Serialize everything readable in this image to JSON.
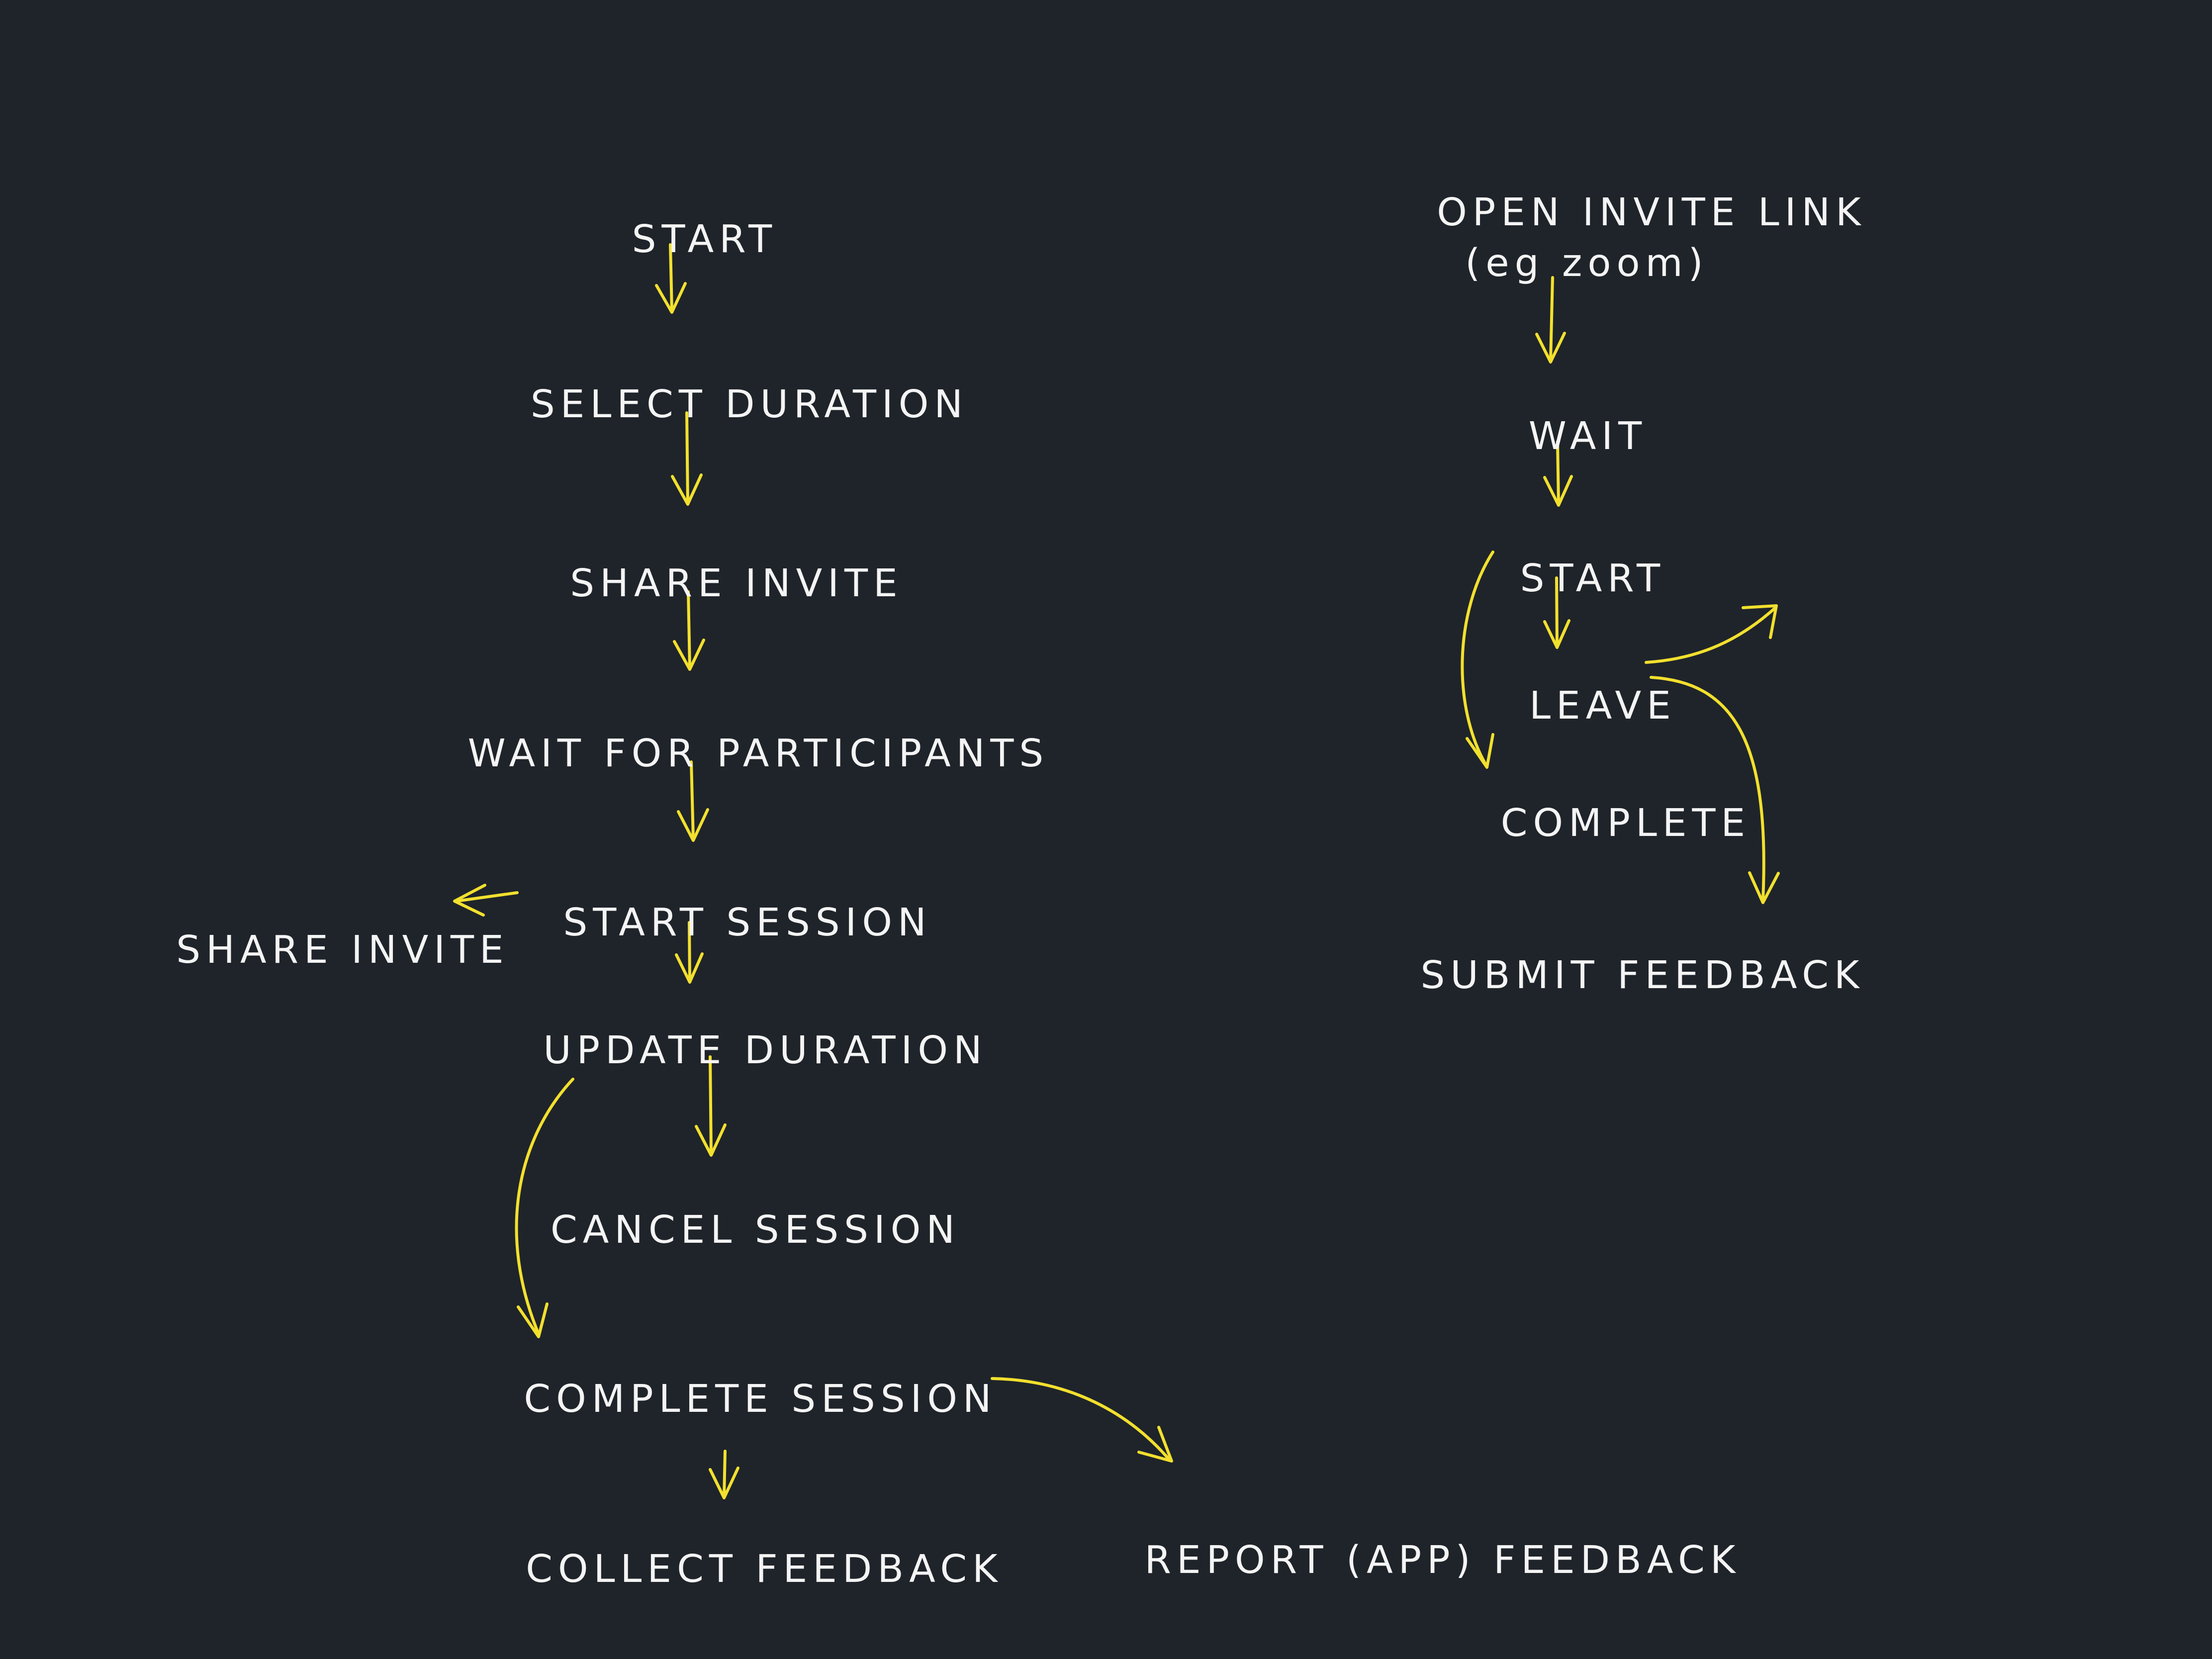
{
  "colors": {
    "background": "#1f242a",
    "text": "#f4f4f4",
    "arrow": "#f2e02e"
  },
  "host_flow": {
    "start": "START",
    "select_duration": "SELECT DURATION",
    "share_invite": "SHARE INVITE",
    "wait_for_participants": "WAIT FOR PARTICIPANTS",
    "start_session": "START SESSION",
    "share_invite_side": "SHARE INVITE",
    "update_duration": "UPDATE DURATION",
    "cancel_session": "CANCEL SESSION",
    "complete_session": "COMPLETE SESSION",
    "collect_feedback": "COLLECT FEEDBACK",
    "report_app_feedback": "REPORT (APP) FEEDBACK"
  },
  "participant_flow": {
    "open_invite_link": "OPEN INVITE LINK",
    "open_invite_link_note": "(eg zoom)",
    "wait": "WAIT",
    "start": "START",
    "leave": "LEAVE",
    "complete": "COMPLETE",
    "submit_feedback": "SUBMIT FEEDBACK"
  }
}
